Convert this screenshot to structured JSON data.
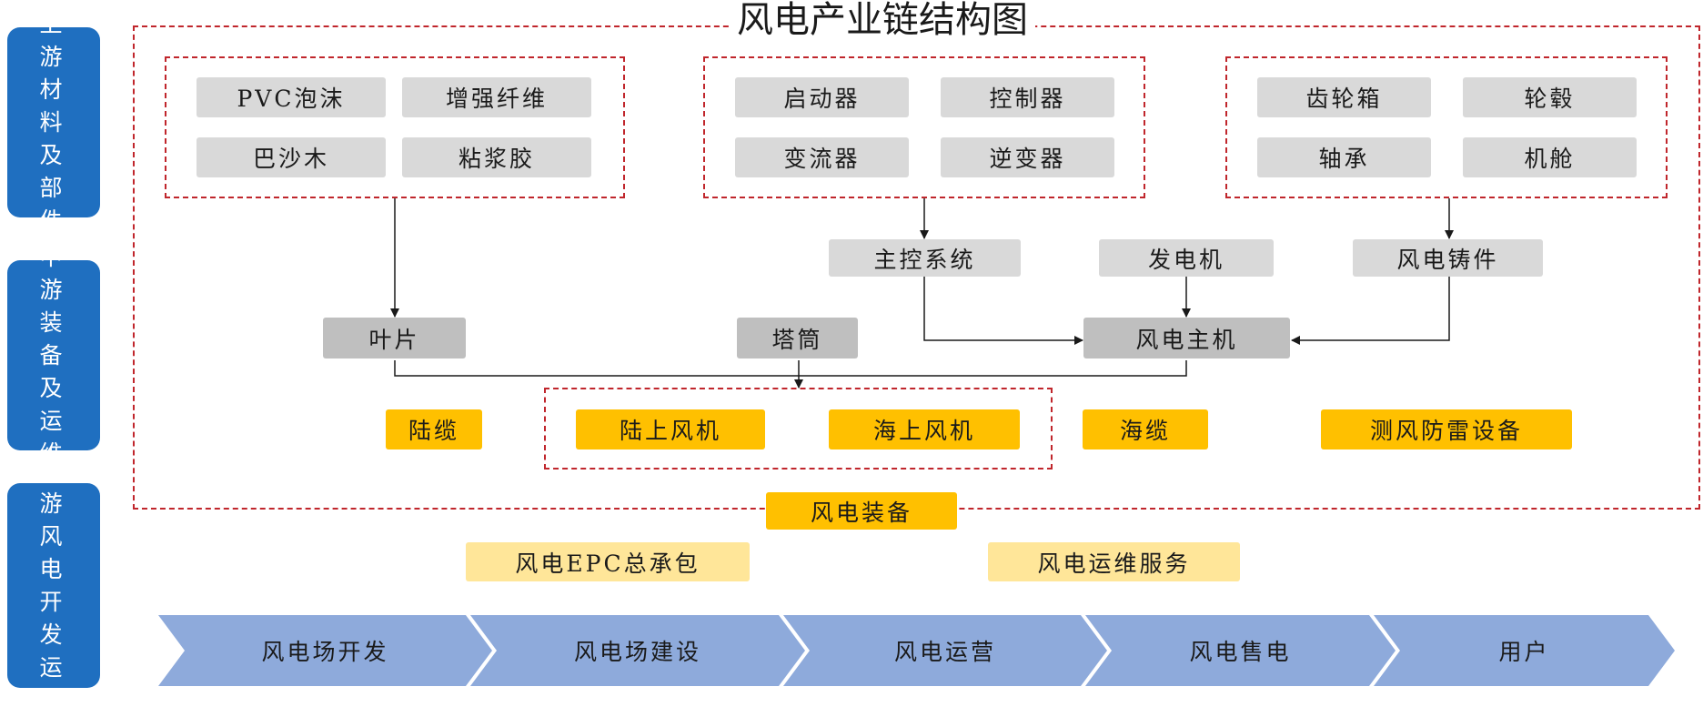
{
  "title": "风电产业链结构图",
  "sidebar": [
    {
      "label": "上游材料及部件"
    },
    {
      "label": "中游装备及运维"
    },
    {
      "label": "下游风电开发运营"
    }
  ],
  "upstream": {
    "group1": [
      "PVC泡沫",
      "增强纤维",
      "巴沙木",
      "粘浆胶"
    ],
    "group2": [
      "启动器",
      "控制器",
      "变流器",
      "逆变器"
    ],
    "group3": [
      "齿轮箱",
      "轮毂",
      "轴承",
      "机舱"
    ]
  },
  "midstream": {
    "components": [
      "主控系统",
      "发电机",
      "风电铸件"
    ],
    "blade": "叶片",
    "tower": "塔筒",
    "main_unit": "风电主机",
    "equipment": [
      "陆缆",
      "陆上风机",
      "海上风机",
      "海缆",
      "测风防雷设备"
    ],
    "summary": "风电装备"
  },
  "downstream": {
    "services": [
      "风电EPC总承包",
      "风电运维服务"
    ],
    "flow": [
      "风电场开发",
      "风电场建设",
      "风电运营",
      "风电售电",
      "用户"
    ]
  }
}
